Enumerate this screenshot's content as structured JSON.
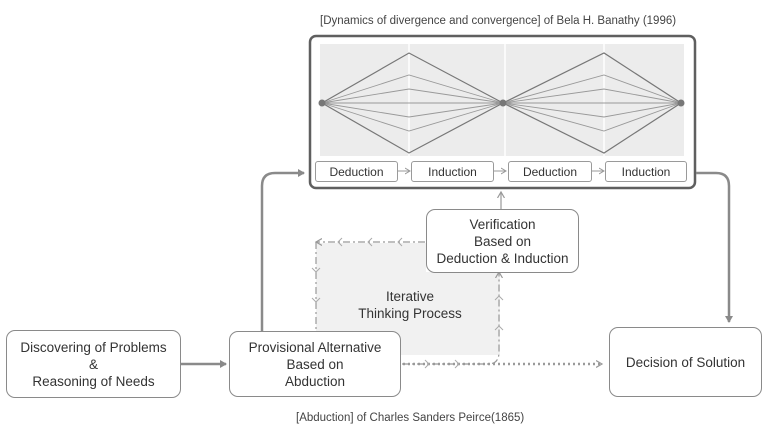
{
  "top_caption": "[Dynamics of divergence and convergence] of  Bela H. Banathy (1996)",
  "bottom_caption": "[Abduction] of Charles Sanders Peirce(1865)",
  "phases": [
    "Deduction",
    "Induction",
    "Deduction",
    "Induction"
  ],
  "boxes": {
    "discovering": [
      "Discovering of Problems",
      "&",
      "Reasoning of Needs"
    ],
    "provisional": [
      "Provisional Alternative",
      "Based on",
      "Abduction"
    ],
    "verification": [
      "Verification",
      "Based on",
      "Deduction & Induction"
    ],
    "decision": "Decision of Solution"
  },
  "iterative_label": [
    "Iterative",
    "Thinking Process"
  ],
  "colors": {
    "frame": "#5f5f5f",
    "panel": "#ececec",
    "line": "#8a8a8a",
    "dotted": "#9a9a9a"
  }
}
